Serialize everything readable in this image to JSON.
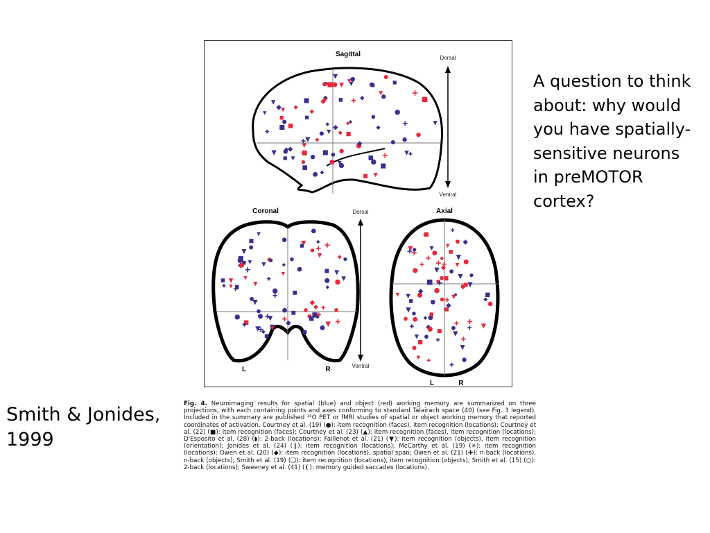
{
  "question_text": "A question to think about: why would you have spatially-sensitive neurons in preMOTOR cortex?",
  "citation": "Smith & Jonides, 1999",
  "figure": {
    "sagittal": {
      "title": "Sagittal",
      "dorsal": "Dorsal",
      "ventral": "Ventral"
    },
    "coronal": {
      "title": "Coronal",
      "dorsal": "Dorsal",
      "ventral": "Ventral",
      "left": "L",
      "right": "R"
    },
    "axial": {
      "title": "Axial",
      "left": "L",
      "right": "R"
    },
    "colors": {
      "spatial": "#3a2f8f",
      "object": "#e8283c"
    }
  },
  "caption": {
    "label": "Fig. 4.",
    "text": "Neuroimaging results for spatial (blue) and object (red) working memory are summarized on three projections, with each containing points and axes conforming to standard Talairach space (40) (see Fig. 3 legend). Included in the summary are published ¹⁵O PET or fMRI studies of spatial or object working memory that reported coordinates of activation. Courtney et al. (19) (●): item recognition (faces), item recognition (locations); Courtney et al. (22) (■): item recognition (faces); Courtney et al. (23) (▲): item recognition (faces), item recognition (locations); D'Esposito et al. (28) (◗): 2-back (locations); Faillenot et al. (21) (▼): item recognition (objects), item recognition (orientation); Jonides et al. (24) (❙): item recognition (locations); McCarthy et al. (19) (✳): item recognition (locations); Owen et al. (20) (◆): item recognition (locations), spatial span; Owen et al. (21) (✚): n-back (locations), n-back (objects); Smith et al. (19) (❏): item recognition (locations), item recognition (objects); Smith et al. (15) (○): 2-back (locations); Sweeney et al. (41) (❨): memory guided saccades (locations)."
  }
}
